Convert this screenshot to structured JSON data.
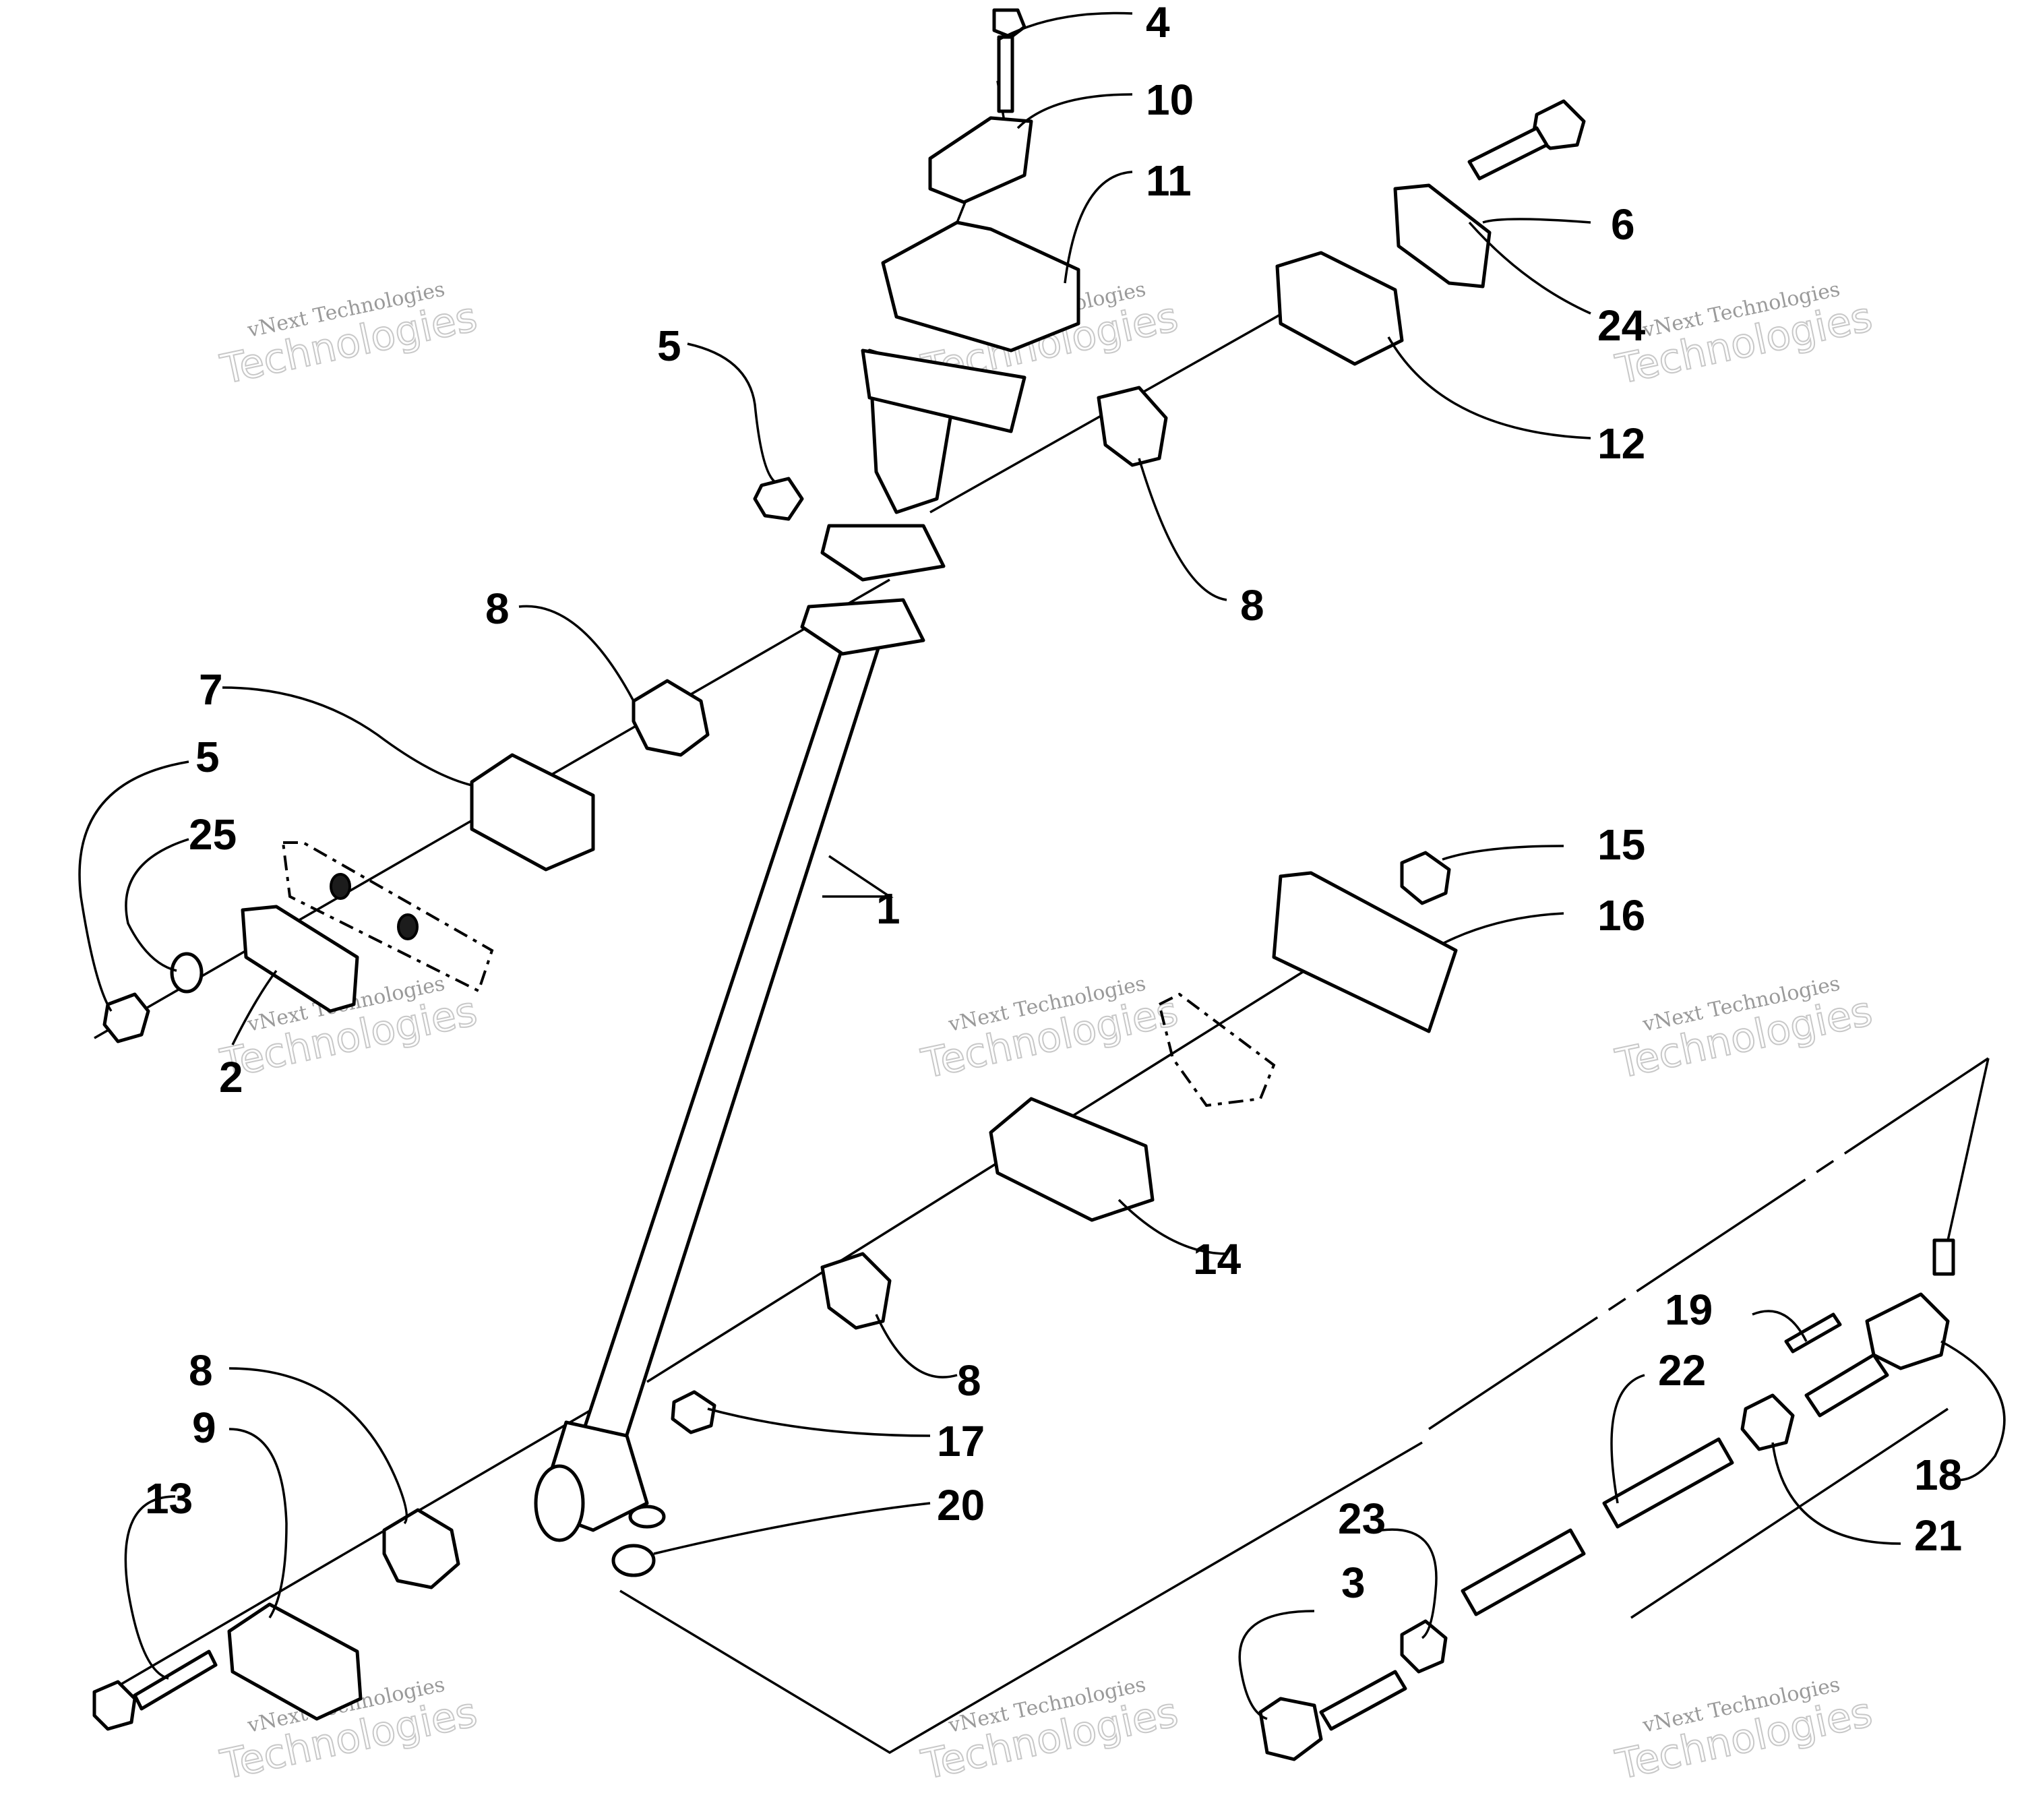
{
  "callouts": [
    "1",
    "2",
    "3",
    "4",
    "5",
    "5",
    "6",
    "7",
    "8",
    "8",
    "8",
    "8",
    "9",
    "10",
    "11",
    "12",
    "13",
    "14",
    "15",
    "16",
    "17",
    "18",
    "19",
    "20",
    "21",
    "22",
    "23",
    "24",
    "25"
  ],
  "watermark": {
    "line1": "vNext Technologies",
    "line2": "Technologies"
  },
  "colors": {
    "ink": "#000000",
    "paper": "#ffffff",
    "watermark": "#9a9a9a"
  }
}
